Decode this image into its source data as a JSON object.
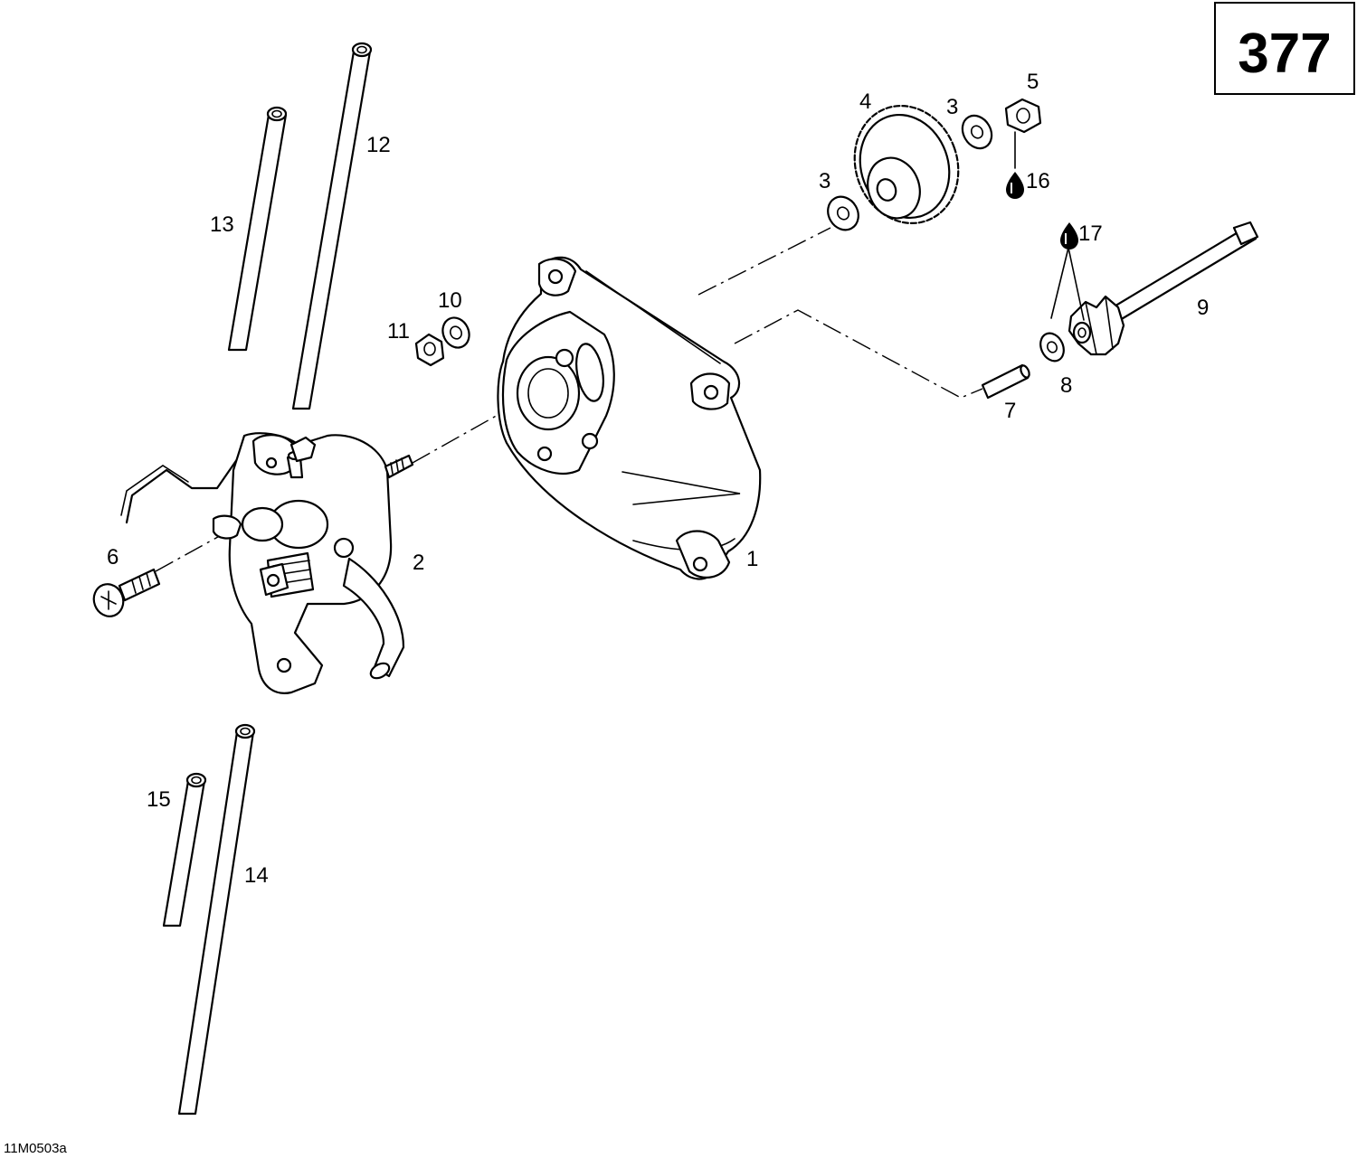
{
  "page_number": "377",
  "drawing_code": "11M0503a",
  "callouts": {
    "c1": "1",
    "c2": "2",
    "c3a": "3",
    "c3b": "3",
    "c4": "4",
    "c5": "5",
    "c6": "6",
    "c7": "7",
    "c8": "8",
    "c9": "9",
    "c10": "10",
    "c11": "11",
    "c12": "12",
    "c13": "13",
    "c14": "14",
    "c15": "15",
    "c16": "16",
    "c17": "17"
  },
  "icons": {
    "lubricant": "oil-drop-icon"
  }
}
